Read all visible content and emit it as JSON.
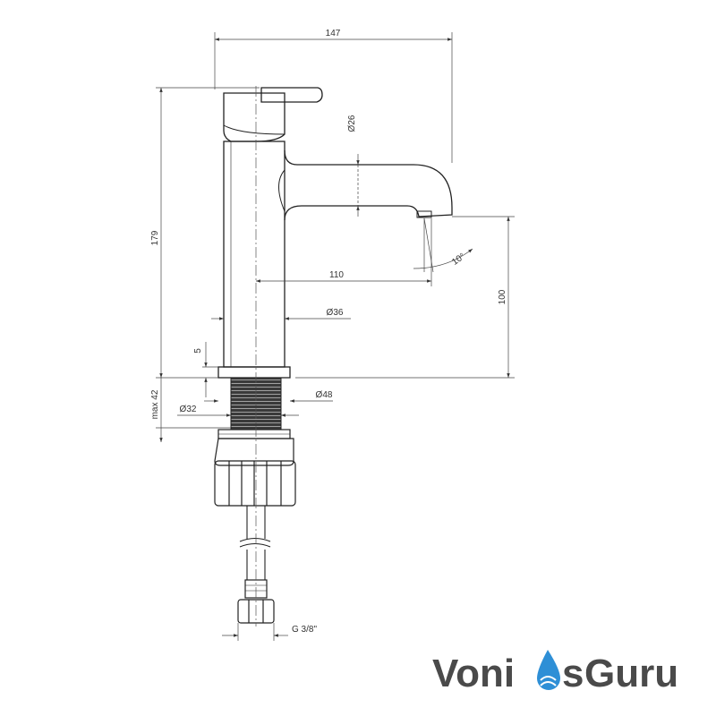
{
  "dimensions": {
    "overall_width": "147",
    "overall_height": "179",
    "spout_diameter": "Ø26",
    "spout_reach": "110",
    "spout_angle": "10°",
    "spout_height": "100",
    "body_diameter": "Ø36",
    "base_thickness": "5",
    "base_diameter": "Ø48",
    "thread_diameter": "Ø32",
    "max_counter_thickness": "max 42",
    "hose_thread": "G 3/8\""
  },
  "logo": {
    "part1": "Voni",
    "part2": "s",
    "part3": "Guru",
    "colors": {
      "text": "#4a4a4a",
      "drop": "#2e8fd6"
    }
  }
}
